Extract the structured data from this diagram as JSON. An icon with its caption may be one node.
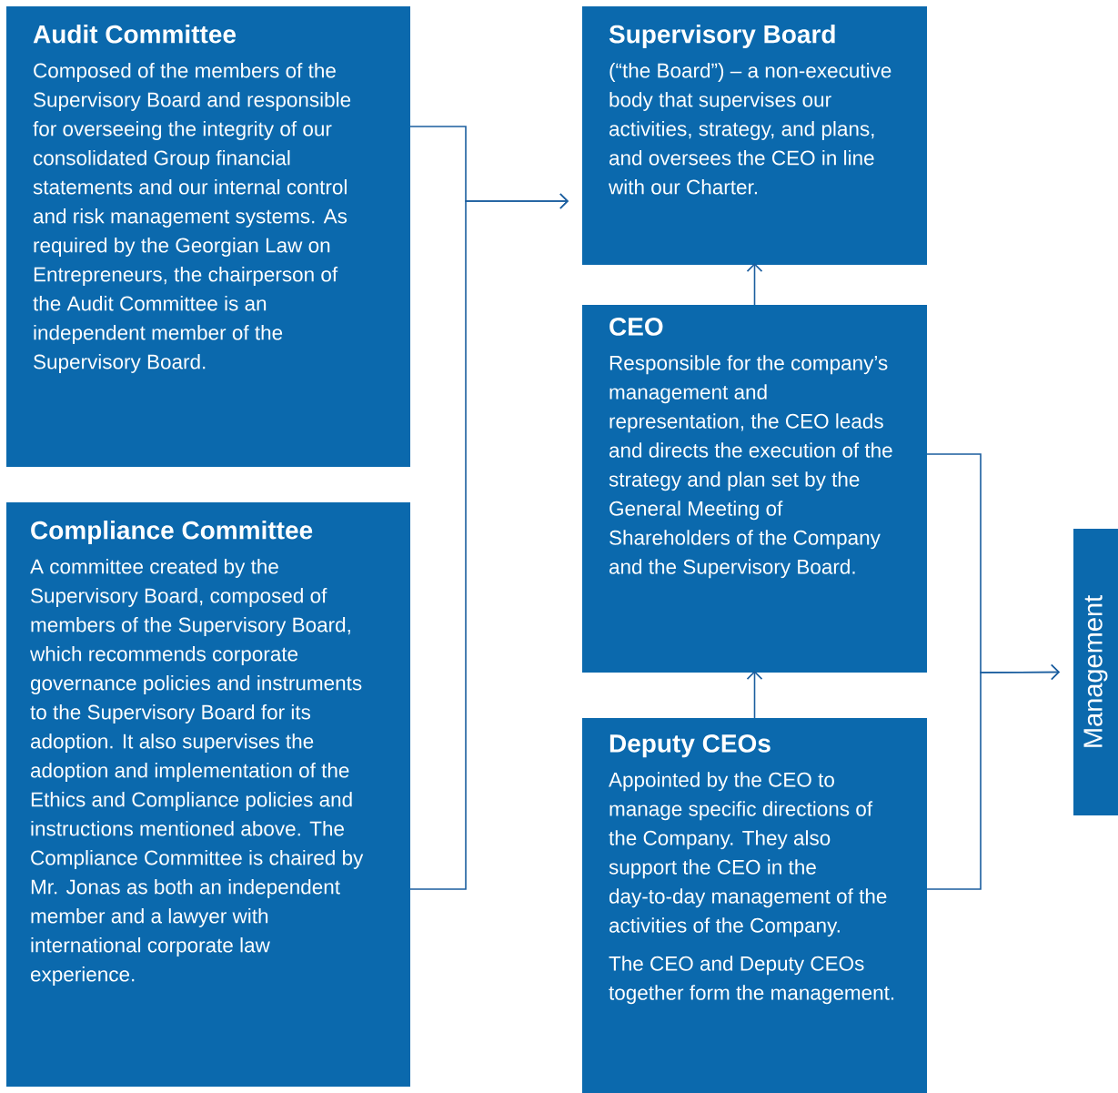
{
  "diagram": {
    "nodes": [
      {
        "text": [
          "Audit Committee",
          "Composed of the members of the Supervisory Board and responsible for overseeing the integrity of our consolidated Group financial statements and our internal control and risk management systems. As required by the Georgian Law on Entrepreneurs, the chairperson of the Audit Committee is an independent member of the Supervisory Board."
        ]
      },
      {
        "text": [
          "Compliance Committee",
          "A committee created by the Supervisory Board, composed of members of the Supervisory Board, which recommends corporate governance policies and instruments to the Supervisory Board for its adoption. It also supervises the adoption and implementation of the Ethics and Compliance policies and instructions mentioned above. The Compliance Committee is chaired by Mr. Jonas as both an independent member and a lawyer with international corporate law experience."
        ]
      },
      {
        "text": [
          "Supervisory Board",
          "(“the Board”) – a non-executive body that supervises our activities, strategy, and plans, and oversees the CEO in line with our Charter."
        ]
      },
      {
        "text": [
          "CEO",
          "Responsible for the company’s management and representation, the CEO leads and directs the execution of the strategy and plan set by the General Meeting of Shareholders of the Company and the Supervisory Board."
        ]
      },
      {
        "text": [
          "Deputy CEOs",
          "Appointed by the CEO to manage specific directions of the Company. They also support the CEO in the day-to-day management of the activities of the Company.",
          "The CEO and Deputy CEOs together form the management."
        ]
      },
      {
        "text": [
          "Management"
        ]
      }
    ],
    "edges": [
      {
        "from": 0,
        "to": 2,
        "arrow": "to"
      },
      {
        "from": 1,
        "to": 2,
        "arrow": "to"
      },
      {
        "from": 3,
        "to": 2,
        "arrow": "to"
      },
      {
        "from": 4,
        "to": 3,
        "arrow": "to"
      },
      {
        "from": 3,
        "to": 5,
        "arrow": "to"
      },
      {
        "from": 4,
        "to": 5,
        "arrow": "to"
      }
    ]
  }
}
